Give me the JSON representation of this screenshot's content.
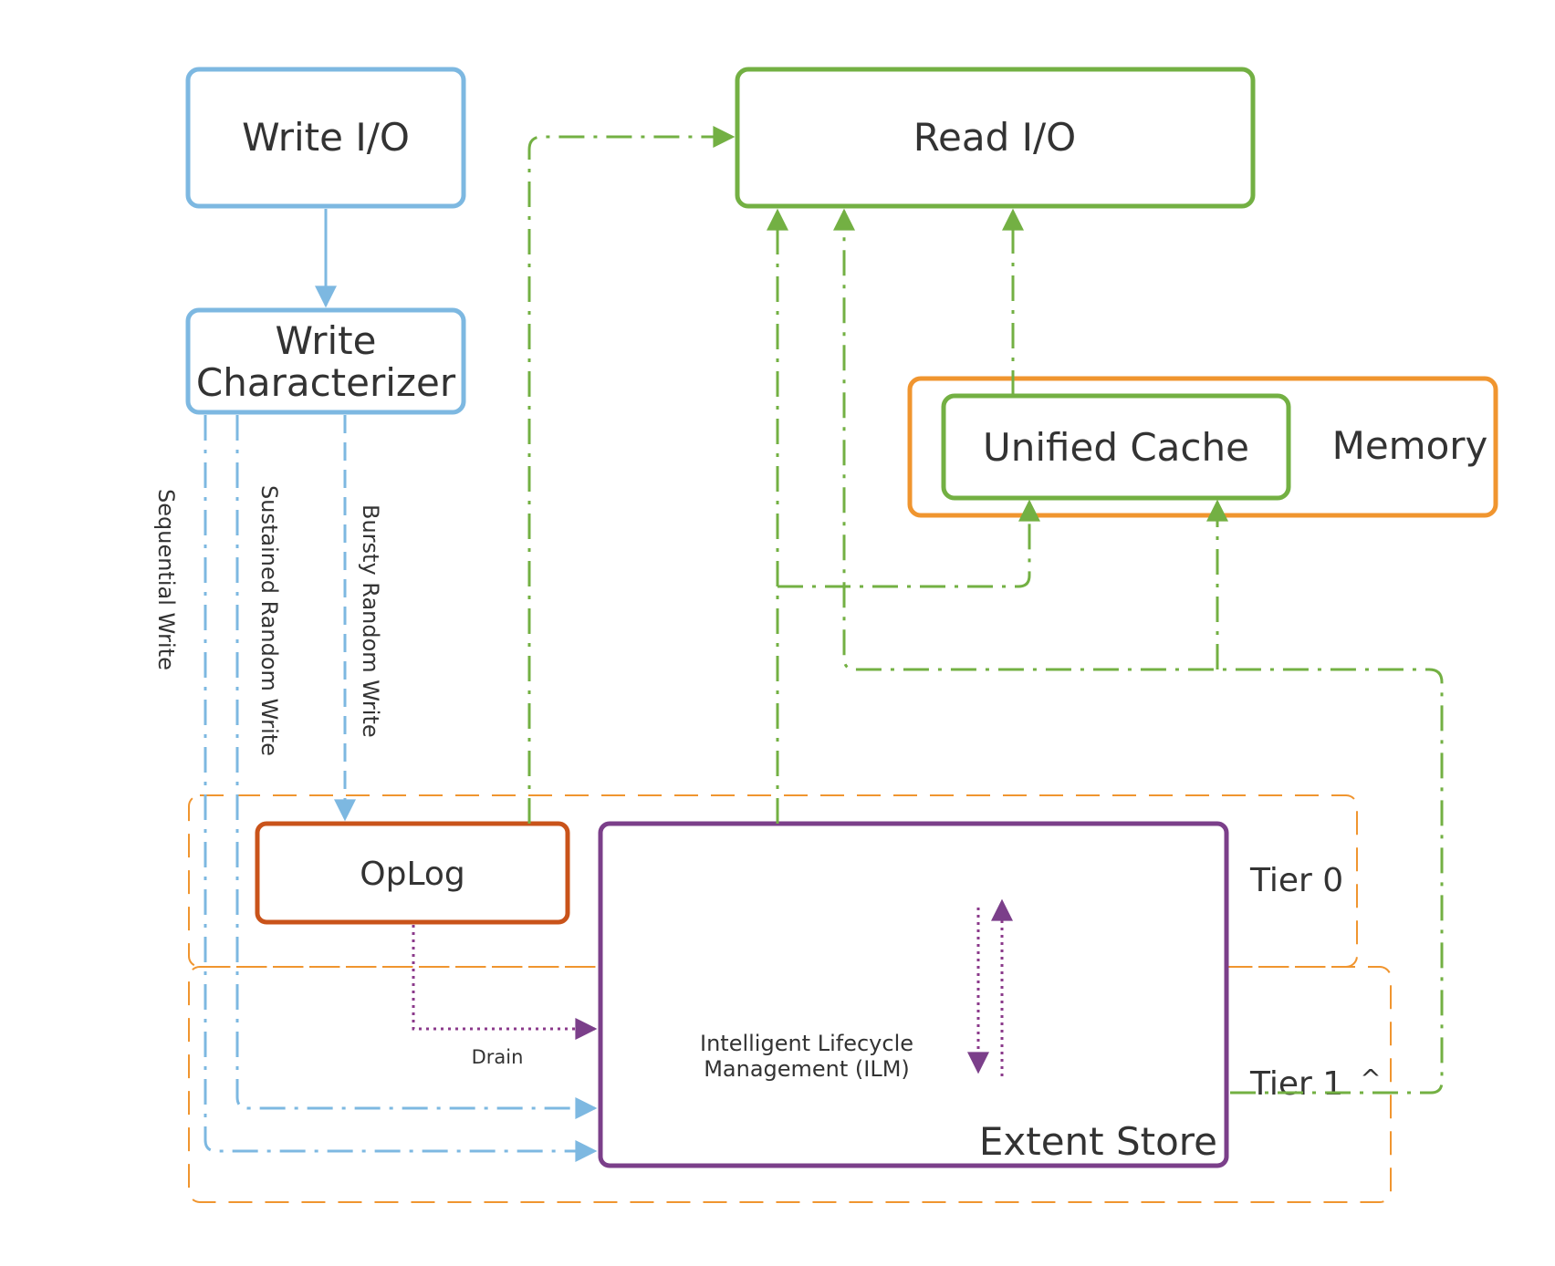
{
  "colors": {
    "write": "#7db8e1",
    "read": "#73b043",
    "memory": "#f0952f",
    "tier": "#f0952f",
    "oplog": "#c9531a",
    "extent": "#7b3f8a",
    "drain": "#8b3a8b",
    "text": "#333333"
  },
  "nodes": {
    "write_io": "Write I/O",
    "write_characterizer_line1": "Write",
    "write_characterizer_line2": "Characterizer",
    "read_io": "Read I/O",
    "unified_cache": "Unified Cache",
    "memory": "Memory",
    "oplog": "OpLog",
    "ilm_line1": "Intelligent Lifecycle",
    "ilm_line2": "Management (ILM)",
    "extent_store": "Extent Store",
    "tier0": "Tier 0",
    "tier1": "Tier 1",
    "caret": "^"
  },
  "edge_labels": {
    "sequential_write": "Sequential Write",
    "sustained_random_write": "Sustained Random Write",
    "bursty_random_write": "Bursty Random Write",
    "drain": "Drain"
  }
}
